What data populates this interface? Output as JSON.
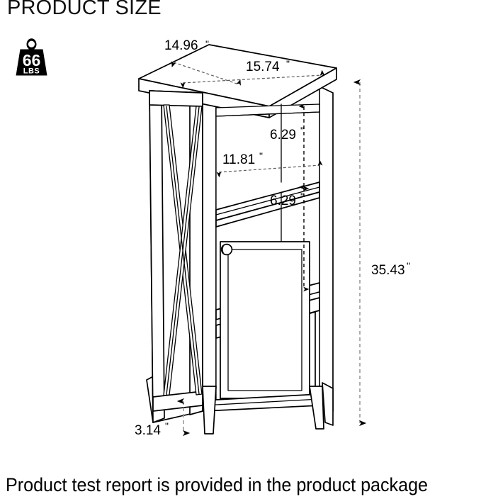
{
  "page": {
    "title": "PRODUCT SIZE",
    "footer_note": "Product test report is provided in the product package",
    "background_color": "#ffffff",
    "line_color": "#000000",
    "dimension_line_color": "#9a9a9a"
  },
  "weight_badge": {
    "icon": "weight-icon",
    "value": "66",
    "unit": "LBS"
  },
  "dimensions": {
    "depth": {
      "label": "14.96",
      "unit": "\"",
      "name": "top-depth"
    },
    "width": {
      "label": "15.74",
      "unit": "\"",
      "name": "top-width"
    },
    "shelf_height_upper": {
      "label": "6.29",
      "unit": "\"",
      "name": "upper-shelf-height"
    },
    "shelf_height_lower": {
      "label": "6.29",
      "unit": "\"",
      "name": "lower-shelf-height"
    },
    "shelf_width": {
      "label": "11.81",
      "unit": "\"",
      "name": "shelf-width"
    },
    "total_height": {
      "label": "35.43",
      "unit": "\"",
      "name": "total-height"
    },
    "leg_clearance": {
      "label": "3.14",
      "unit": "\"",
      "name": "leg-clearance"
    }
  },
  "product": {
    "type": "storage-cabinet",
    "features": {
      "open_shelves": 2,
      "door_panels": 1,
      "door_knob": "round-knob",
      "side_panel": "x-brace",
      "legs": 4
    }
  }
}
